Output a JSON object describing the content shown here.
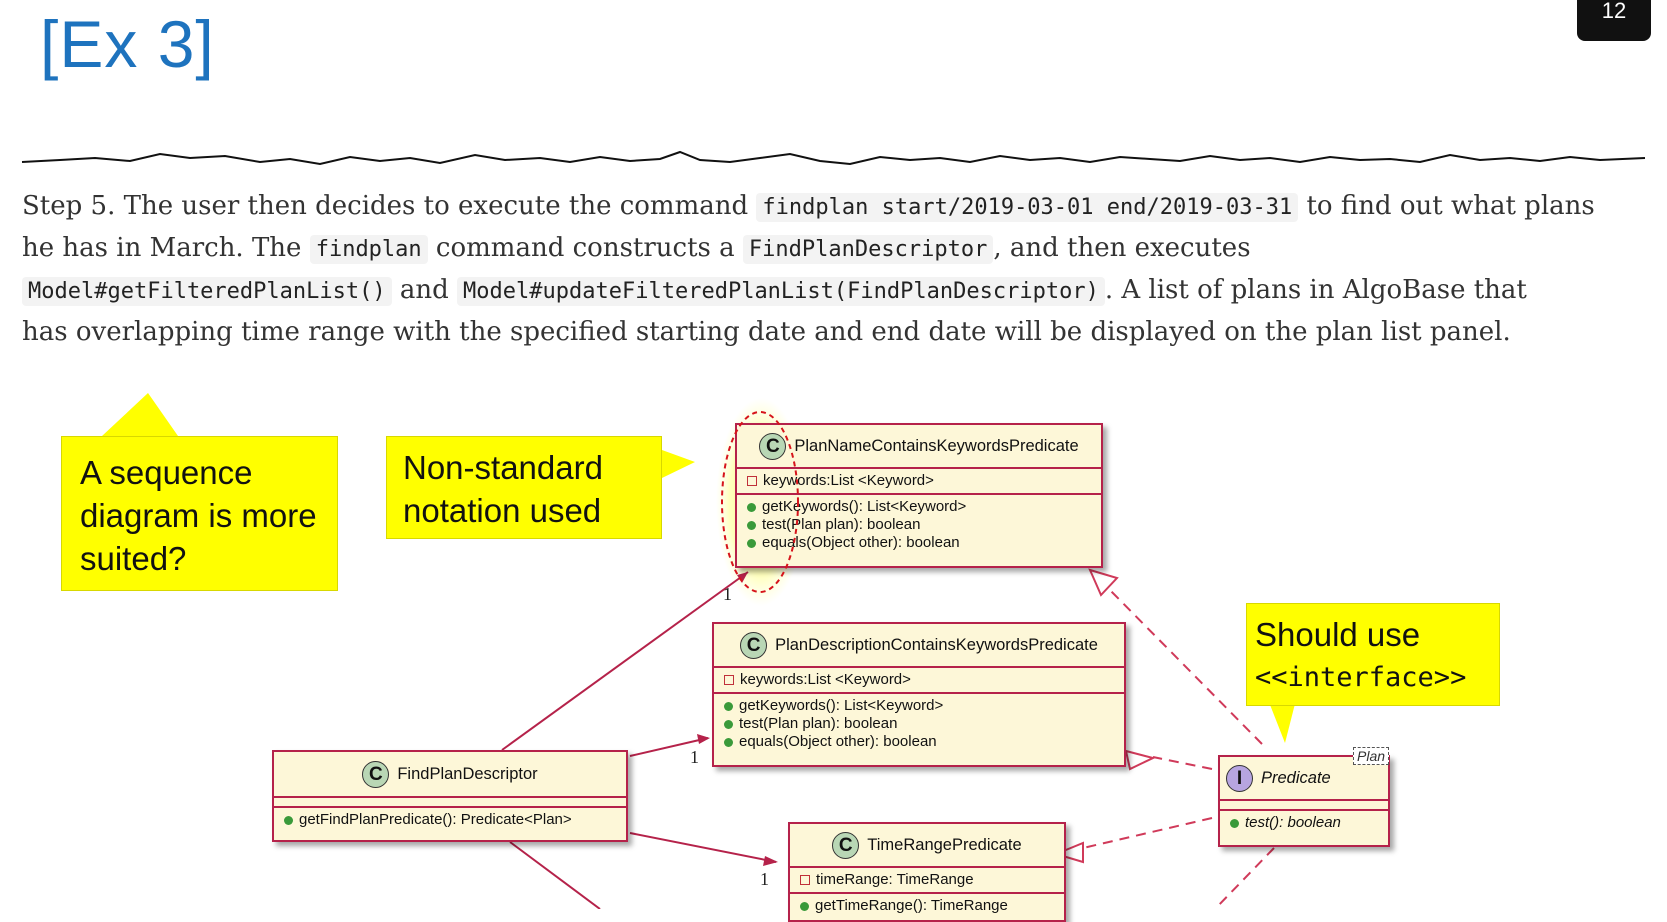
{
  "slide": {
    "title": "[Ex 3]",
    "page_number": "12"
  },
  "paragraph": {
    "l1_a": "Step 5. The user then decides to execute the command ",
    "l1_code": "findplan start/2019-03-01 end/2019-03-31",
    "l1_b": " to find out what plans",
    "l2_a": "he has in March. The ",
    "l2_code1": "findplan",
    "l2_b": " command constructs a ",
    "l2_code2": "FindPlanDescriptor",
    "l2_c": ", and then executes",
    "l3_code1": "Model#getFilteredPlanList()",
    "l3_a": " and ",
    "l3_code2": "Model#updateFilteredPlanList(FindPlanDescriptor)",
    "l3_b": ". A list of plans in AlgoBase that",
    "l4": "has overlapping time range with the specified starting date and end date will be displayed on the plan list panel."
  },
  "notes": {
    "sequence": [
      "A sequence",
      "diagram is more",
      "suited?"
    ],
    "nonstandard": [
      "Non-standard",
      "notation used"
    ],
    "interface": {
      "line1": "Should use",
      "line2": "<<interface>>"
    }
  },
  "uml": {
    "plan_name": {
      "icon": "C",
      "name": "PlanNameContainsKeywordsPredicate",
      "fields": [
        "keywords:List <Keyword>"
      ],
      "methods": [
        "getKeywords(): List<Keyword>",
        "test(Plan plan): boolean",
        "equals(Object other): boolean"
      ]
    },
    "plan_desc": {
      "icon": "C",
      "name": "PlanDescriptionContainsKeywordsPredicate",
      "fields": [
        "keywords:List <Keyword>"
      ],
      "methods": [
        "getKeywords(): List<Keyword>",
        "test(Plan plan): boolean",
        "equals(Object other): boolean"
      ]
    },
    "find_desc": {
      "icon": "C",
      "name": "FindPlanDescriptor",
      "methods": [
        "getFindPlanPredicate(): Predicate<Plan>"
      ]
    },
    "time_range": {
      "icon": "C",
      "name": "TimeRangePredicate",
      "fields": [
        "timeRange: TimeRange"
      ],
      "methods": [
        "getTimeRange(): TimeRange"
      ]
    },
    "predicate": {
      "icon": "I",
      "name": "Predicate",
      "type_param": "Plan",
      "methods": [
        "test(): boolean"
      ]
    },
    "multiplicity": "1"
  },
  "colors": {
    "title": "#1e73be",
    "note": "#ffff00",
    "uml_border": "#b5224a",
    "uml_fill": "#fdf7d8",
    "assoc_line": "#b5224a"
  }
}
